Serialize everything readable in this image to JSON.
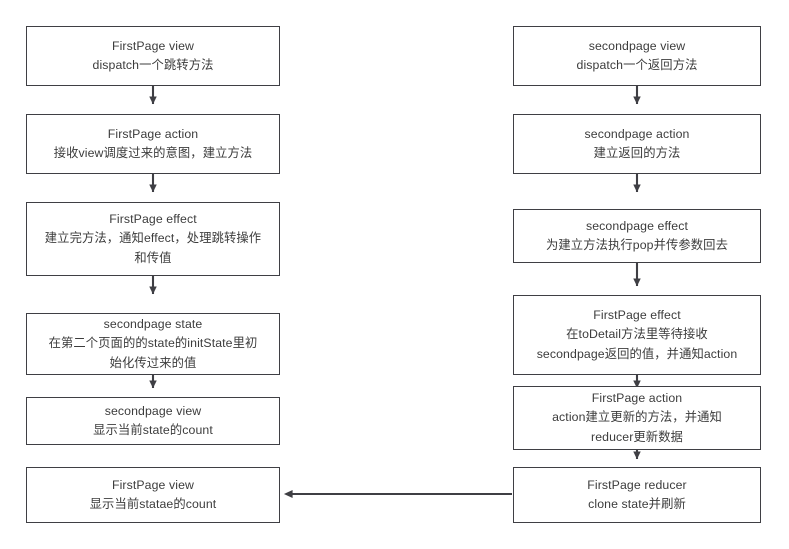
{
  "diagram": {
    "title": "Redux flow between FirstPage and secondpage",
    "background_color": "#ffffff",
    "node_border_color": "#3f3f44",
    "text_color": "#3c3c3c",
    "edge_color": "#3f3f44",
    "left_column": {
      "nodes": [
        {
          "id": "left-firstpage-view",
          "line1": "FirstPage view",
          "line2": "dispatch一个跳转方法",
          "line3": ""
        },
        {
          "id": "left-firstpage-action",
          "line1": "FirstPage action",
          "line2": "接收view调度过来的意图，建立方法",
          "line3": ""
        },
        {
          "id": "left-firstpage-effect",
          "line1": "FirstPage effect",
          "line2": "建立完方法，通知effect，处理跳转操作",
          "line3": "和传值"
        },
        {
          "id": "left-secondpage-state",
          "line1": "secondpage state",
          "line2": "在第二个页面的的state的initState里初",
          "line3": "始化传过来的值"
        },
        {
          "id": "left-secondpage-view",
          "line1": "secondpage view",
          "line2": "显示当前state的count",
          "line3": ""
        },
        {
          "id": "left-firstpage-view-final",
          "line1": "FirstPage view",
          "line2": "显示当前statae的count",
          "line3": ""
        }
      ]
    },
    "right_column": {
      "nodes": [
        {
          "id": "right-secondpage-view",
          "line1": "secondpage view",
          "line2": "dispatch一个返回方法",
          "line3": ""
        },
        {
          "id": "right-secondpage-action",
          "line1": "secondpage action",
          "line2": "建立返回的方法",
          "line3": ""
        },
        {
          "id": "right-secondpage-effect",
          "line1": "secondpage effect",
          "line2": "为建立方法执行pop并传参数回去",
          "line3": ""
        },
        {
          "id": "right-firstpage-effect",
          "line1": "FirstPage effect",
          "line2": "在toDetail方法里等待接收",
          "line3": "secondpage返回的值，并通知action"
        },
        {
          "id": "right-firstpage-action",
          "line1": "FirstPage action",
          "line2": "action建立更新的方法，并通知",
          "line3": "reducer更新数据"
        },
        {
          "id": "right-firstpage-reducer",
          "line1": "FirstPage reducer",
          "line2": "clone state并刷新",
          "line3": ""
        }
      ]
    },
    "edges": [
      {
        "id": "edge-left-1",
        "from": "left-firstpage-view",
        "to": "left-firstpage-action",
        "direction": "down"
      },
      {
        "id": "edge-left-2",
        "from": "left-firstpage-action",
        "to": "left-firstpage-effect",
        "direction": "down"
      },
      {
        "id": "edge-left-3",
        "from": "left-firstpage-effect",
        "to": "left-secondpage-state",
        "direction": "down"
      },
      {
        "id": "edge-left-4",
        "from": "left-secondpage-state",
        "to": "left-secondpage-view",
        "direction": "down"
      },
      {
        "id": "edge-right-1",
        "from": "right-secondpage-view",
        "to": "right-secondpage-action",
        "direction": "down"
      },
      {
        "id": "edge-right-2",
        "from": "right-secondpage-action",
        "to": "right-secondpage-effect",
        "direction": "down"
      },
      {
        "id": "edge-right-3",
        "from": "right-secondpage-effect",
        "to": "right-firstpage-effect",
        "direction": "down"
      },
      {
        "id": "edge-right-4",
        "from": "right-firstpage-effect",
        "to": "right-firstpage-action",
        "direction": "down"
      },
      {
        "id": "edge-right-5",
        "from": "right-firstpage-action",
        "to": "right-firstpage-reducer",
        "direction": "down"
      },
      {
        "id": "edge-cross",
        "from": "right-firstpage-reducer",
        "to": "left-firstpage-view-final",
        "direction": "left"
      }
    ]
  }
}
